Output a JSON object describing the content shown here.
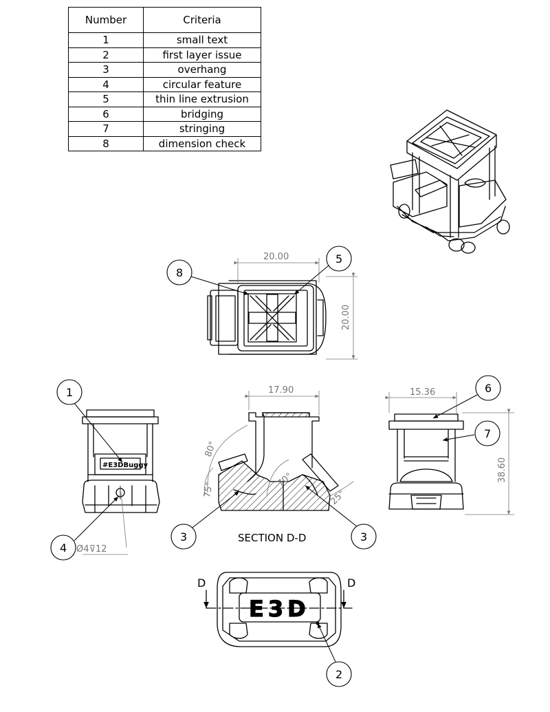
{
  "criteria_table": {
    "headers": [
      "Number",
      "Criteria"
    ],
    "rows": [
      [
        "1",
        "small text"
      ],
      [
        "2",
        "first layer issue"
      ],
      [
        "3",
        "overhang"
      ],
      [
        "4",
        "circular feature"
      ],
      [
        "5",
        "thin line extrusion"
      ],
      [
        "6",
        "bridging"
      ],
      [
        "7",
        "stringing"
      ],
      [
        "8",
        "dimension check"
      ]
    ]
  },
  "balloons": {
    "b8": "8",
    "b5": "5",
    "b1": "1",
    "b4": "4",
    "b3a": "3",
    "b3b": "3",
    "b6": "6",
    "b7": "7",
    "b2": "2"
  },
  "dimensions": {
    "top_width": "20.00",
    "top_height": "20.00",
    "section_width": "17.90",
    "right_width": "15.36",
    "right_height": "38.60",
    "hole_callout": "Ø4⊽12",
    "angle_80": "80°",
    "angle_75": "75°",
    "angle_70": "70°",
    "angle_25": "25°"
  },
  "labels": {
    "section_title": "SECTION D-D",
    "cut_left": "D",
    "cut_right": "D",
    "engraved_tag": "#E3DBuggy",
    "logo_text": "E3D"
  }
}
